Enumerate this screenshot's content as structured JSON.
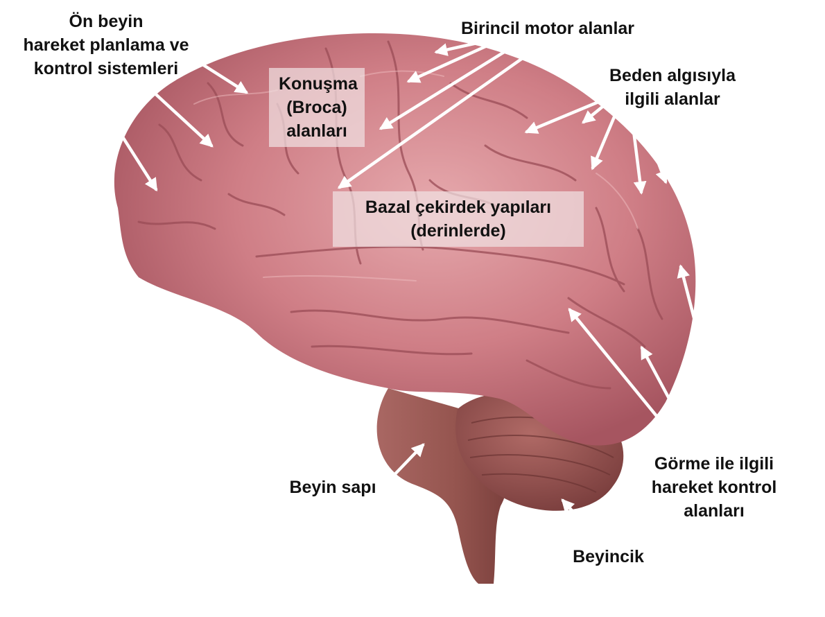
{
  "labels": {
    "frontal": {
      "lines": [
        "Ön beyin",
        "hareket planlama ve",
        "kontrol sistemleri"
      ]
    },
    "primary_motor": {
      "lines": [
        "Birincil motor alanlar"
      ]
    },
    "broca": {
      "lines": [
        "Konuşma",
        "(Broca)",
        "alanları"
      ]
    },
    "somatosensory": {
      "lines": [
        "Beden algısıyla",
        "ilgili alanlar"
      ]
    },
    "basal": {
      "lines": [
        "Bazal çekirdek yapıları",
        "(derinlerde)"
      ]
    },
    "visual_motor": {
      "lines": [
        "Görme ile ilgili",
        "hareket kontrol",
        "alanları"
      ]
    },
    "brainstem": {
      "lines": [
        "Beyin sapı"
      ]
    },
    "cerebellum": {
      "lines": [
        "Beyincik"
      ]
    }
  },
  "colors": {
    "cortex": "#c9737b",
    "cortex_dark": "#9e4f58",
    "cortex_light": "#e3a4a8",
    "cerebellum": "#8f4e4c",
    "brainstem": "#9a5a58",
    "arrow": "#ffffff"
  },
  "icons": [
    "arrow-icon"
  ]
}
